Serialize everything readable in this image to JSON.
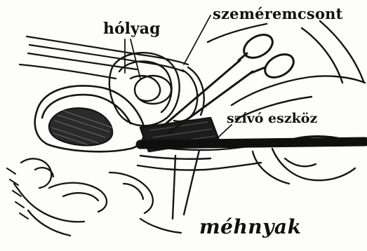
{
  "labels": {
    "pubic_bone": "szeméremcsont",
    "bladder": "hólyag",
    "suction_tool": "szívó eszköz",
    "cervix": "méhnyak"
  },
  "colors": {
    "ink": "#111111",
    "paper": "#fdfdfb"
  }
}
